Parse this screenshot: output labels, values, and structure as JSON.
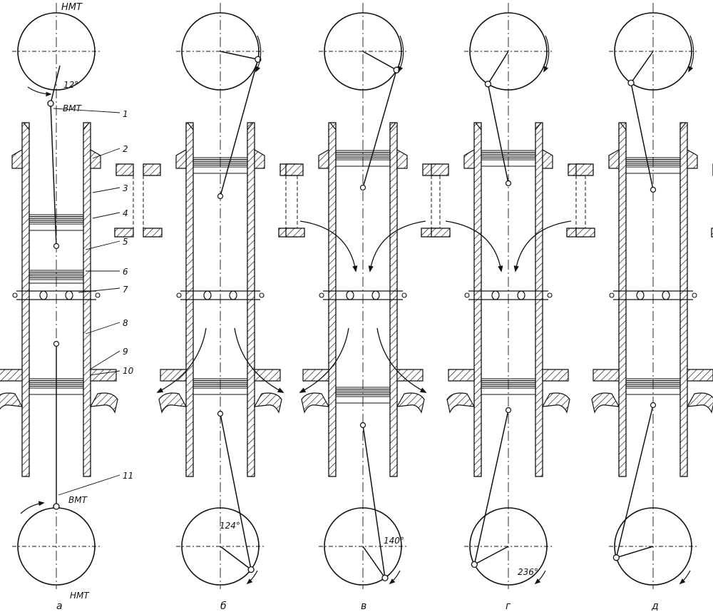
{
  "diagram": {
    "labels": {
      "nmt_top": "НМТ",
      "vmt_top": "ВМТ",
      "angle_a": "12°",
      "vmt_bottom": "ВМТ",
      "nmt_bottom": "НМТ"
    },
    "callouts": [
      "1",
      "2",
      "3",
      "4",
      "5",
      "6",
      "7",
      "8",
      "9",
      "10",
      "11"
    ],
    "angles": {
      "b": "124°",
      "v": "140°",
      "g": "236°"
    },
    "panel_letters": [
      "а",
      "б",
      "в",
      "г",
      "д"
    ]
  }
}
